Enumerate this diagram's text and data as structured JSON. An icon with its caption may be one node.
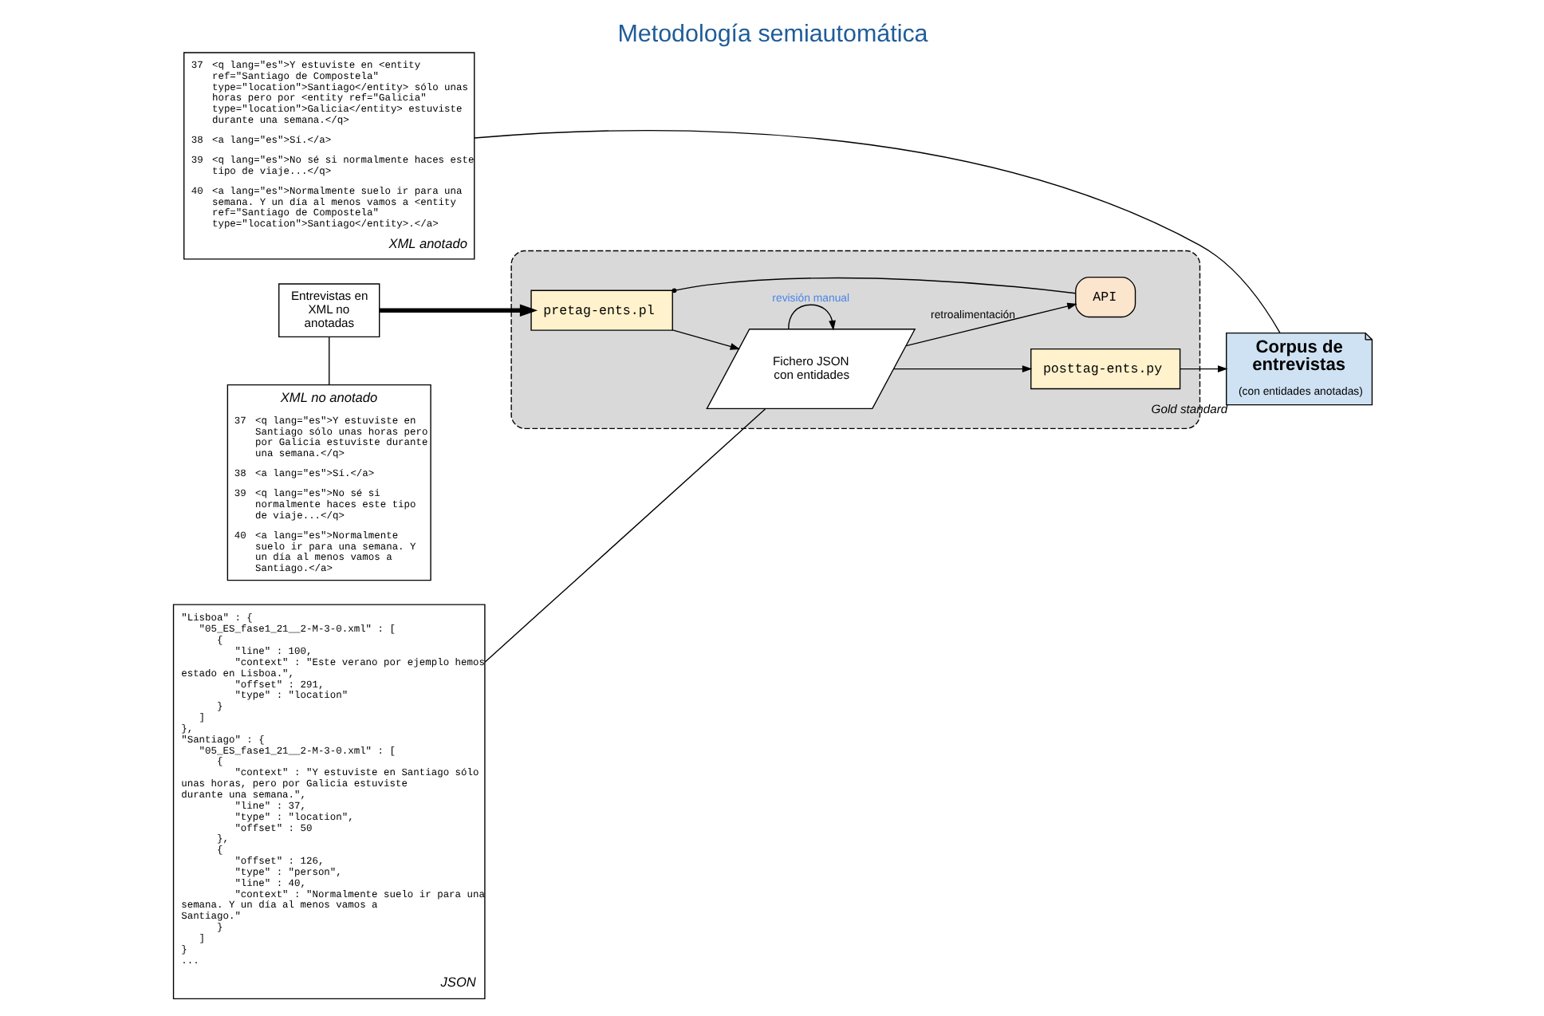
{
  "diagram": {
    "title": "Metodología semiautomática",
    "nodes": [
      {
        "text": [
          "Corpus de entrevistas",
          "(con entidades anotadas)"
        ],
        "beside": [
          "Gold standard"
        ]
      },
      {
        "text": [
          "XML no anotado",
          "37",
          "<q lang=\"es\">Y estuviste en Santiago sólo unas horas pero por Galicia estuviste durante una semana.</q>",
          "38",
          "<a lang=\"es\">Sí.</a>",
          "39",
          "<q lang=\"es\">No sé si normalmente haces este tipo de viaje...</q>",
          "40",
          "<a lang=\"es\">Normalmente suelo ir para una semana. Y un día al menos vamos a Santiago.</a>"
        ]
      },
      {
        "text": [
          "37",
          "<q lang=\"es\">Y estuviste en <entity ref=\"Santiago de Compostela\" type=\"location\">Santiago</entity> sólo unas horas pero por <entity ref=\"Galicia\" type=\"location\">Galicia</entity> estuviste durante una semana.</q>",
          "38",
          "<a lang=\"es\">Sí.</a>",
          "39",
          "<q lang=\"es\">No sé si normalmente haces este tipo de viaje...</q>",
          "40",
          "<a lang=\"es\">Normalmente suelo ir para una semana. Y un día al menos vamos a <entity ref=\"Santiago de Compostela\" type=\"location\">Santiago</entity>.</a>",
          "XML anotado"
        ]
      },
      {
        "text": [
          "\"Lisboa\" : {",
          "\"05_ES_fase1_21__2-M-3-0.xml\" : [",
          "{",
          "\"line\" : 100,",
          "\"context\" : \"Este verano por ejemplo hemos estado en Lisboa.\",",
          "\"offset\" : 291,",
          "\"type\" : \"location\"",
          "}",
          "]",
          "},",
          "\"Santiago\" : {",
          "\"05_ES_fase1_21__2-M-3-0.xml\" : [",
          "{",
          "\"context\" : \"Y estuviste en Santiago sólo unas horas, pero por Galicia estuviste durante una semana.\",",
          "\"line\" : 37,",
          "\"type\" : \"location\",",
          "\"offset\" : 50",
          "},",
          "{",
          "\"offset\" : 126,",
          "\"type\" : \"person\",",
          "\"line\" : 40,",
          "\"context\" : \"Normalmente suelo ir para una semana. Y un día al menos vamos a Santiago.\"",
          "}",
          "]",
          "}",
          "...",
          "JSON"
        ]
      },
      {
        "text": [
          "Entrevistas en XML no anotadas"
        ]
      },
      {
        "text": [],
        "shape": "box"
      },
      {
        "text": [
          "posttag-ents.py"
        ],
        "in": 5
      },
      {
        "text": [
          "Fichero JSON con entidades"
        ],
        "in": 5
      },
      {
        "text": [
          "pretag-ents.pl"
        ],
        "in": 5
      },
      {
        "text": [
          "API"
        ],
        "in": 5
      }
    ],
    "edges": [
      {
        "from": 4,
        "to": 8,
        "arrow": "to",
        "style": "thick"
      },
      {
        "from": 8,
        "to": 7,
        "arrow": "to"
      },
      {
        "from": 7,
        "to": 6,
        "arrow": "to"
      },
      {
        "from": 6,
        "to": 0,
        "arrow": "to"
      },
      {
        "from": 7,
        "to": 7,
        "arrow": "to",
        "label": "revisión manual"
      },
      {
        "from": 7,
        "to": 9,
        "arrow": "to",
        "label": "retroalimentación"
      },
      {
        "from": 9,
        "to": 8,
        "arrow": "other"
      },
      {
        "from": 1,
        "to": 4,
        "arrow": "none"
      },
      {
        "from": 2,
        "to": 0,
        "arrow": "none"
      },
      {
        "from": 3,
        "to": 7,
        "arrow": "none"
      }
    ]
  }
}
